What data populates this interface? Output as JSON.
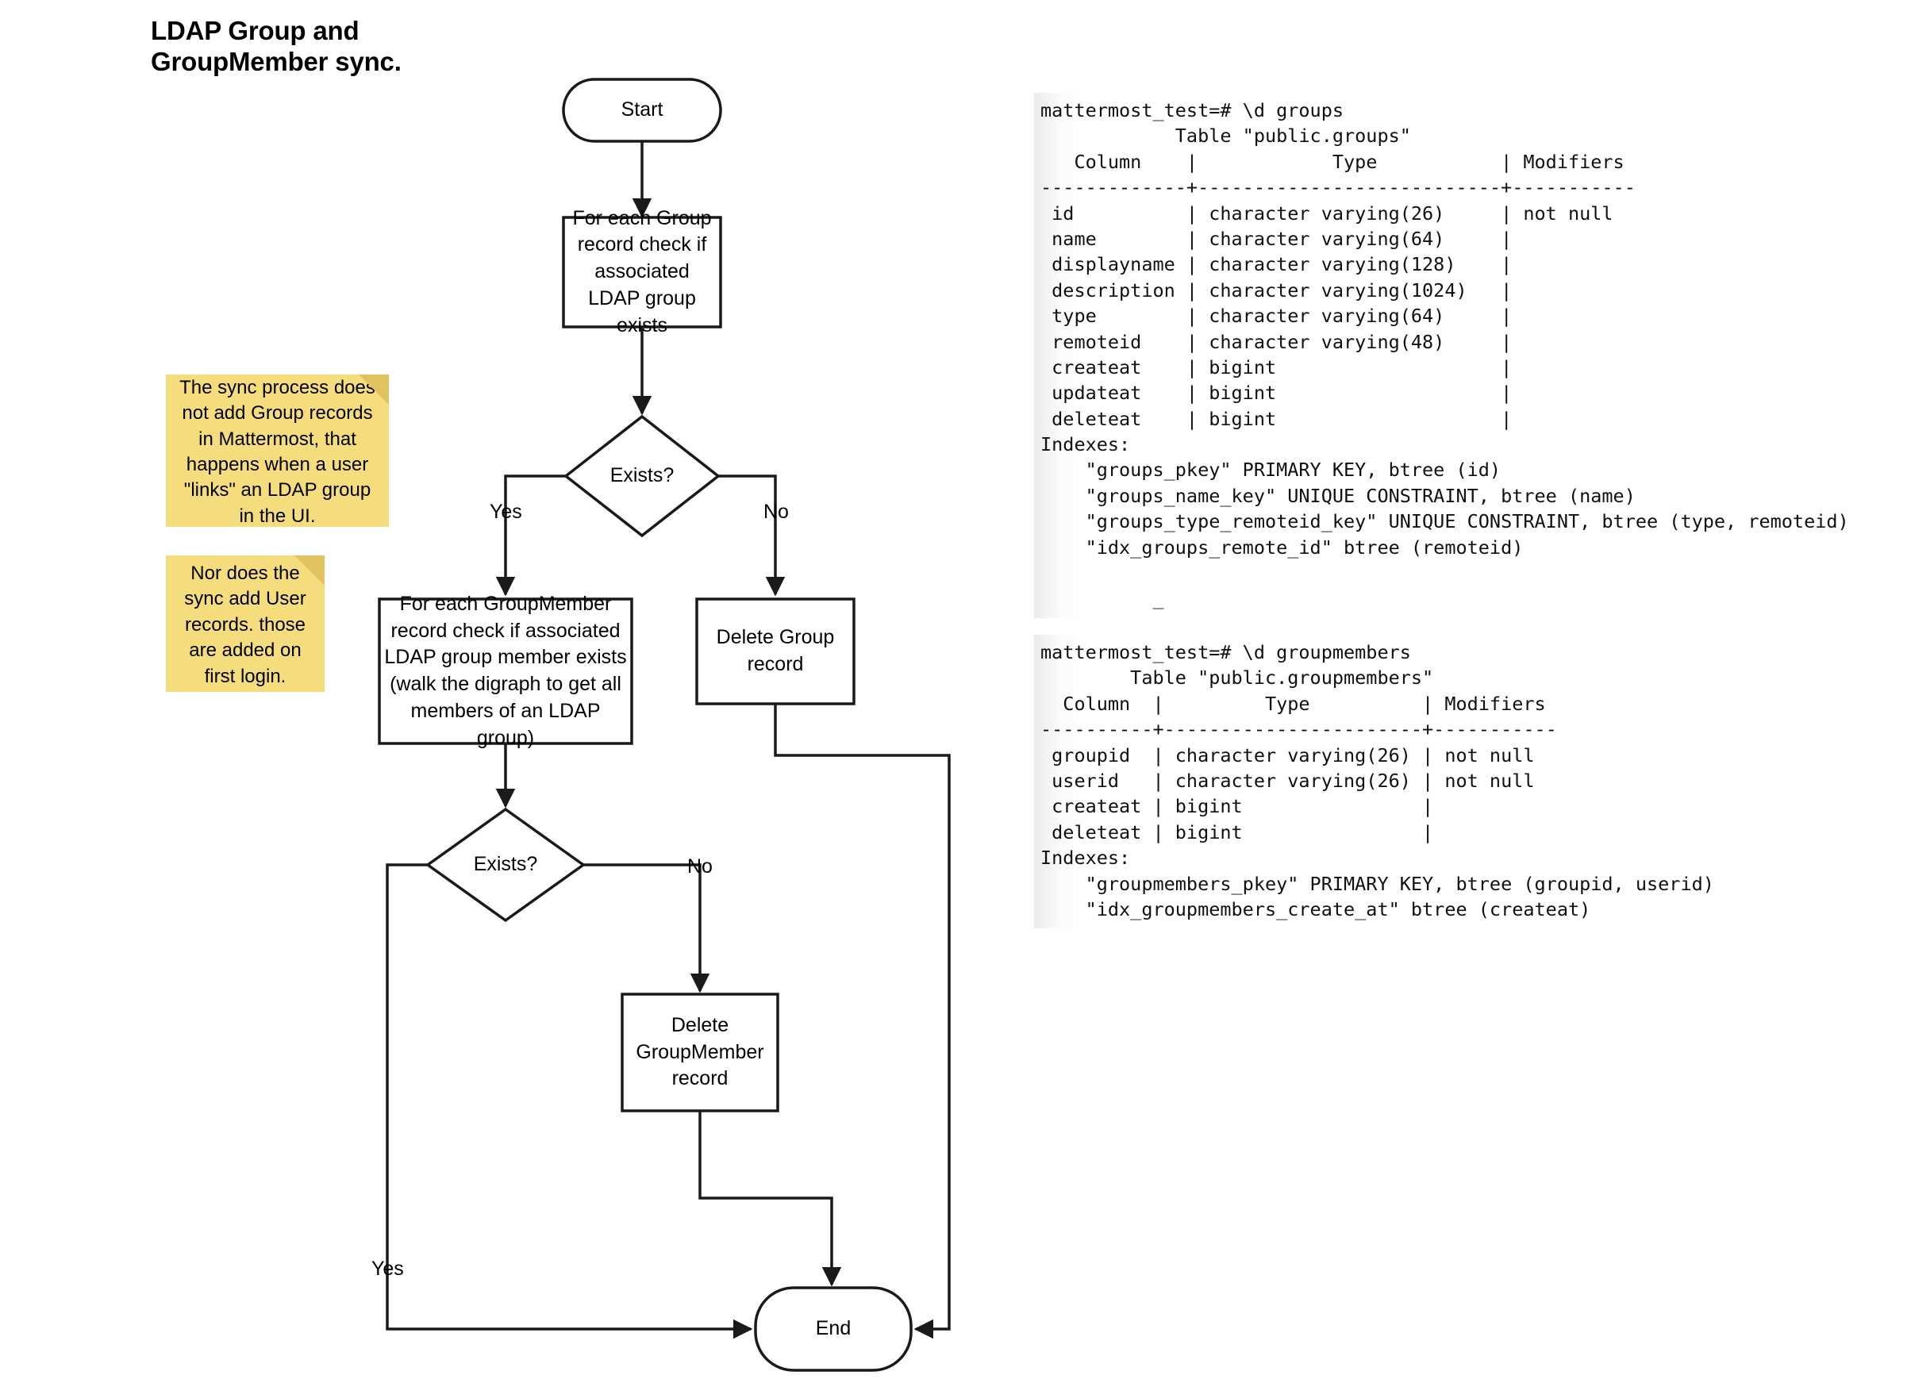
{
  "page": {
    "title_line1": "LDAP Group and",
    "title_line2": "GroupMember sync."
  },
  "flowchart": {
    "nodes": {
      "start": "Start",
      "for_each_group": "For each Group record check if associated LDAP group exists",
      "decision_group_exists": "Exists?",
      "delete_group": "Delete Group record",
      "for_each_groupmember": "For each GroupMember record check if associated LDAP group member exists (walk the digraph to get all members of an LDAP group)",
      "decision_member_exists": "Exists?",
      "delete_groupmember": "Delete GroupMember record",
      "end": "End"
    },
    "edge_labels": {
      "group_yes": "Yes",
      "group_no": "No",
      "member_no": "No",
      "member_yes": "Yes"
    }
  },
  "notes": [
    {
      "id": "note-group-records",
      "text": "The sync process does not add Group records in Mattermost, that happens when a user \"links\" an LDAP group in the UI."
    },
    {
      "id": "note-user-records",
      "text": "Nor does the sync add User records. those are added on first login."
    }
  ],
  "terminals": [
    {
      "id": "groups-table",
      "lines": [
        "mattermost_test=# \\d groups",
        "            Table \"public.groups\"",
        "   Column    |            Type           | Modifiers",
        "-------------+---------------------------+-----------",
        " id          | character varying(26)     | not null",
        " name        | character varying(64)     |",
        " displayname | character varying(128)    |",
        " description | character varying(1024)   |",
        " type        | character varying(64)     |",
        " remoteid    | character varying(48)     |",
        " createat    | bigint                    |",
        " updateat    | bigint                    |",
        " deleteat    | bigint                    |",
        "Indexes:",
        "    \"groups_pkey\" PRIMARY KEY, btree (id)",
        "    \"groups_name_key\" UNIQUE CONSTRAINT, btree (name)",
        "    \"groups_type_remoteid_key\" UNIQUE CONSTRAINT, btree (type, remoteid)",
        "    \"idx_groups_remote_id\" btree (remoteid)",
        "",
        "          _"
      ]
    },
    {
      "id": "groupmembers-table",
      "lines": [
        "mattermost_test=# \\d groupmembers",
        "        Table \"public.groupmembers\"",
        "  Column  |         Type          | Modifiers",
        "----------+-----------------------+-----------",
        " groupid  | character varying(26) | not null",
        " userid   | character varying(26) | not null",
        " createat | bigint                |",
        " deleteat | bigint                |",
        "Indexes:",
        "    \"groupmembers_pkey\" PRIMARY KEY, btree (groupid, userid)",
        "    \"idx_groupmembers_create_at\" btree (createat)"
      ]
    }
  ],
  "colors": {
    "note_bg": "#f5dc7d",
    "note_fold": "#e0c35f",
    "stroke": "#1a1a1a",
    "text": "#000000"
  }
}
